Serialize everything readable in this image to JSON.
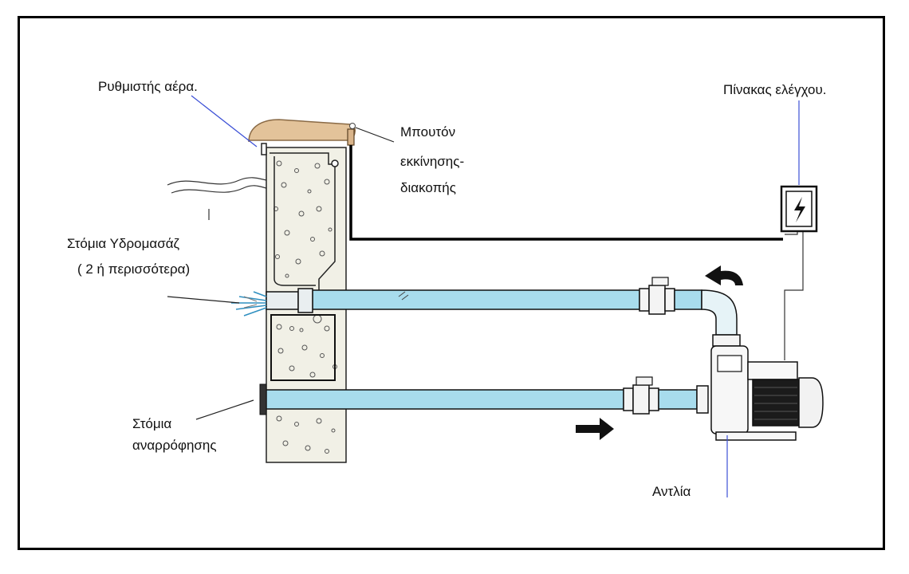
{
  "labels": {
    "air_regulator": "Ρυθμιστής αέρα.",
    "control_panel": "Πίνακας ελέγχου.",
    "button_line1": "Μπουτόν",
    "button_line2": "εκκίνησης-",
    "button_line3": "διακοπής",
    "jets_line1": "Στόμια Υδρομασάζ",
    "jets_line2": "( 2 ή περισσότερα)",
    "suction_line1": "Στόμια",
    "suction_line2": "αναρρόφησης",
    "pump": "Αντλία"
  },
  "colors": {
    "pipe_fill": "#a8dced",
    "pipe_outline": "#111111",
    "leader_line": "#3b4fd6",
    "concrete": "#f1f0e6"
  },
  "icons": {
    "control_panel": "lightning-bolt-icon",
    "flow_return": "curved-arrow-icon",
    "flow_suction": "arrow-right-icon"
  }
}
